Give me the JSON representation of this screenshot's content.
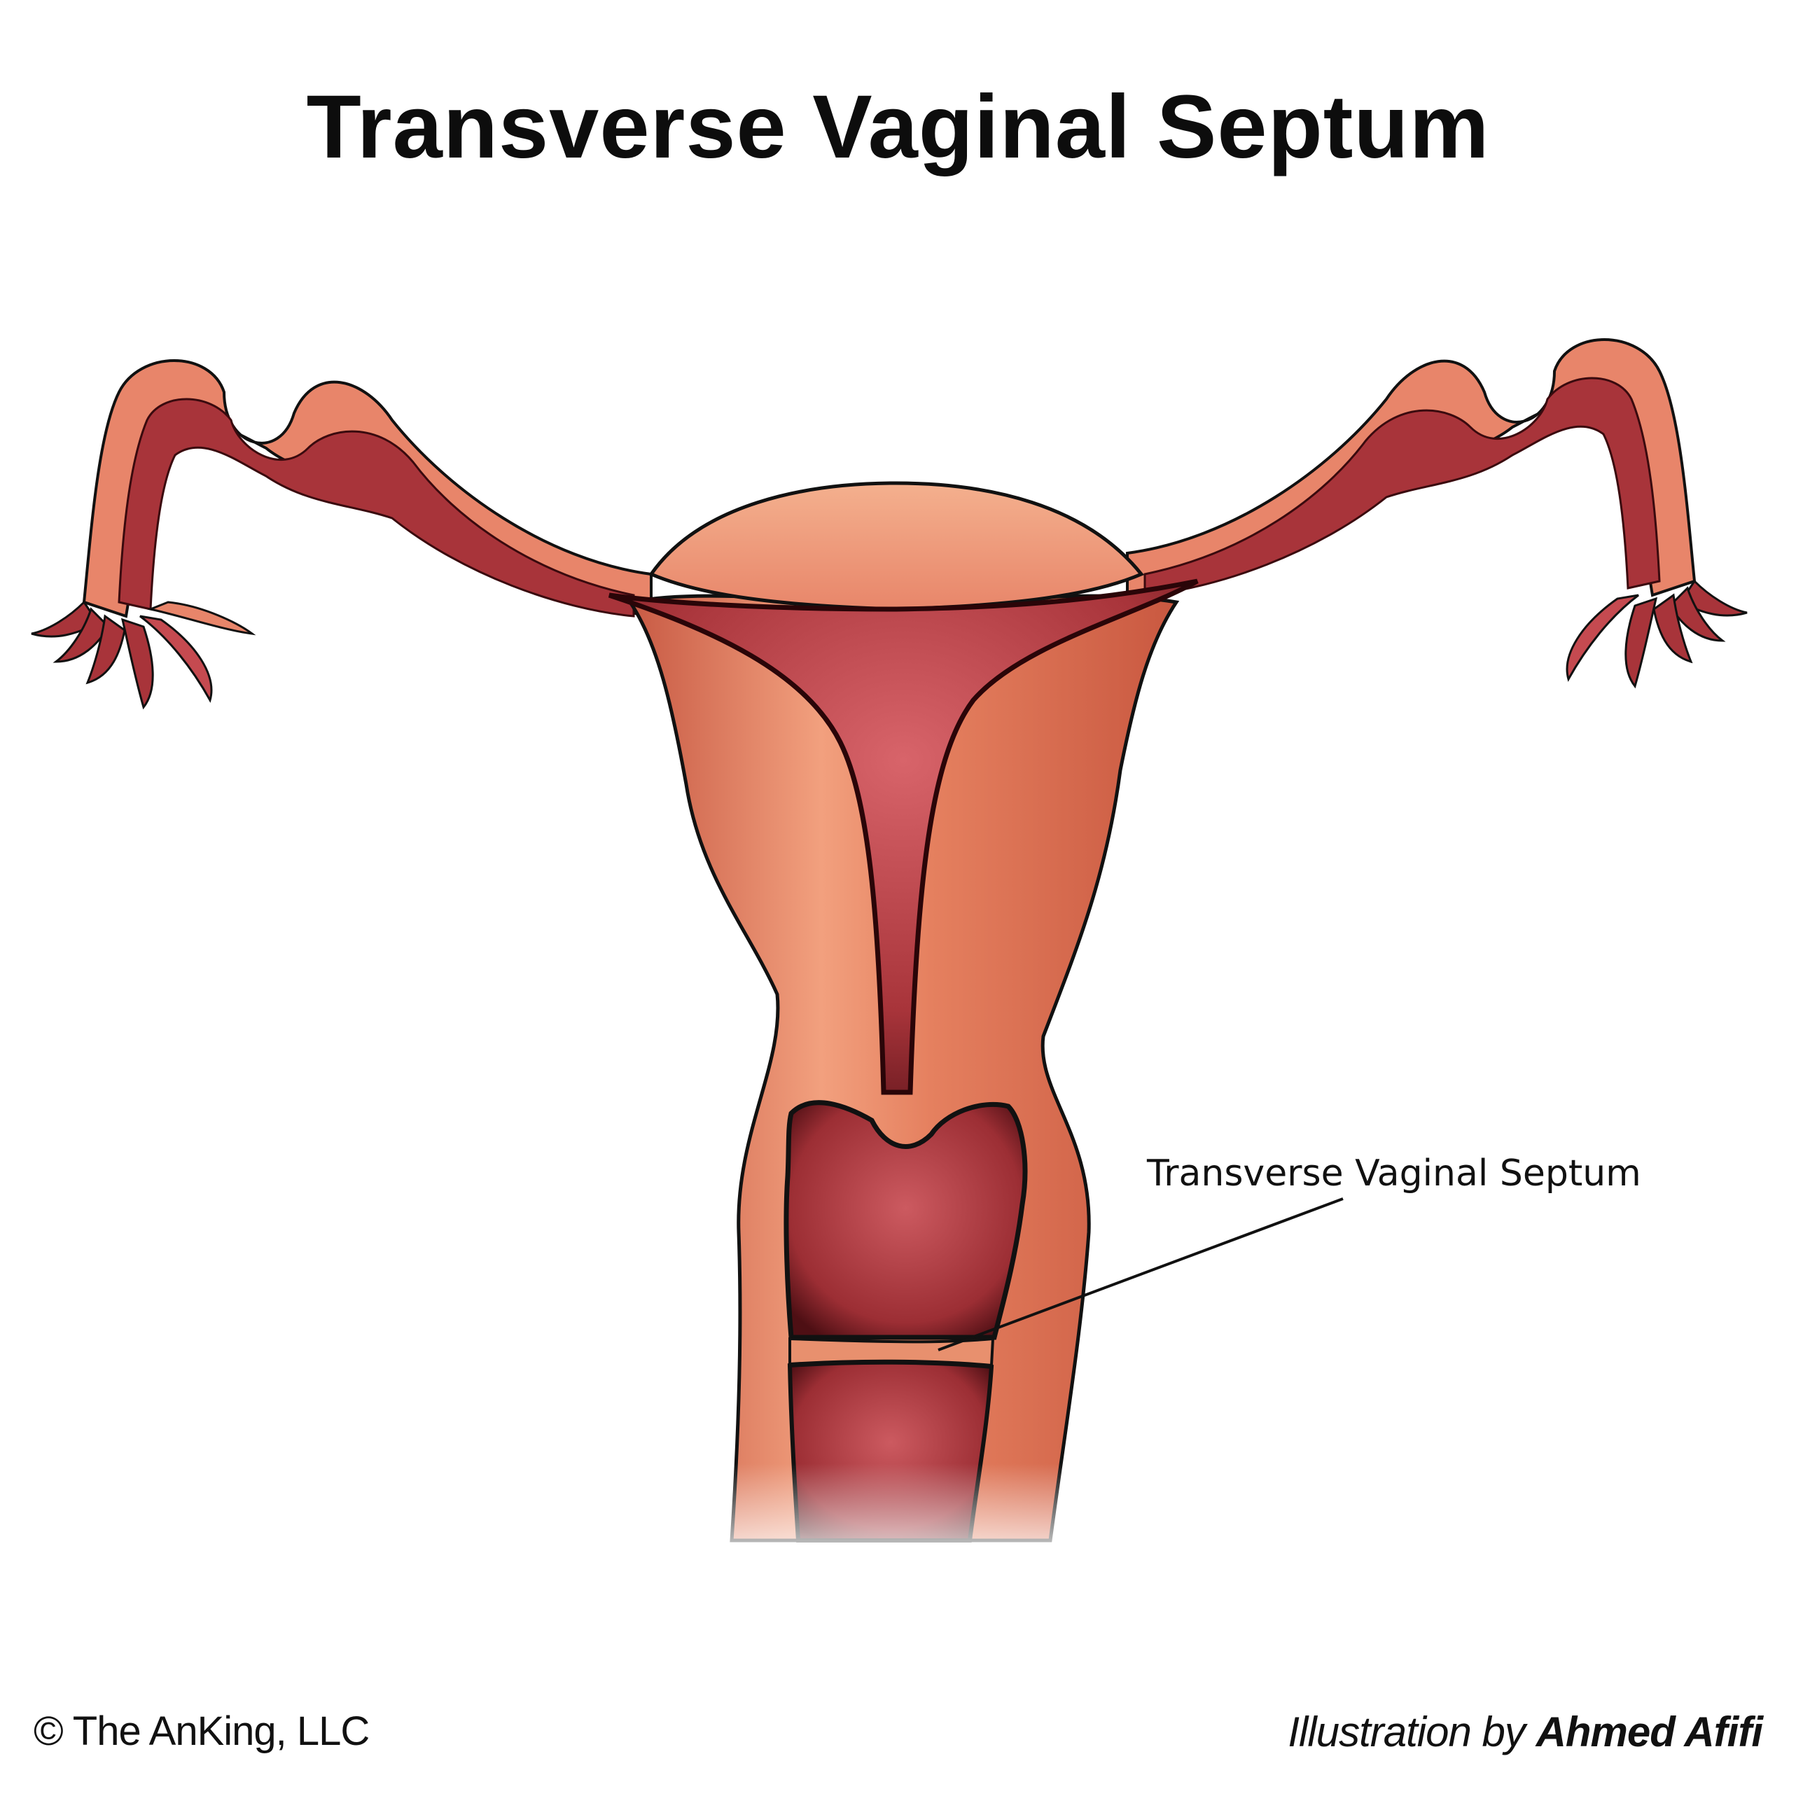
{
  "title": "Transverse Vaginal Septum",
  "annotations": [
    {
      "label": "Transverse Vaginal Septum"
    }
  ],
  "footer": {
    "copyright": "© The AnKing, LLC",
    "credit_prefix": "Illustration by",
    "credit_name": "Ahmed Afifi"
  },
  "colors": {
    "outer_tissue": "#e07a5f",
    "tissue_highlight": "#f6b896",
    "inner_cavity": "#a8343a",
    "cavity_dark": "#5a1218",
    "outline": "#111111"
  }
}
